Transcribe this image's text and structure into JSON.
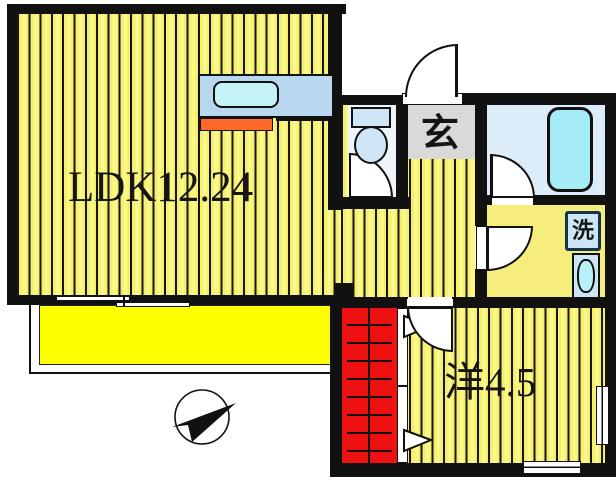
{
  "plan_title": "1LDK apartment floor plan",
  "rooms": {
    "ldk": {
      "label": "LDK12.24"
    },
    "entrance": {
      "label": "玄"
    },
    "laundry": {
      "label": "洗"
    },
    "western": {
      "label": "洋4.5"
    }
  },
  "fixtures": {
    "kitchen_counter": "kitchen-counter-with-sink",
    "stove": "stove-counter",
    "toilet": "toilet",
    "bathtub": "bathtub",
    "washing_machine_box": "washing-machine-space",
    "wash_basin": "wash-basin",
    "stairs": "staircase",
    "balcony": "balcony",
    "compass": "north-arrow-northeast"
  },
  "colors": {
    "wall": "#111111",
    "floor_yellow": "#f4ef72",
    "floor_yellow_light": "#fbf884",
    "washroom_yellow": "#f5ee7d",
    "balcony_yellow": "#ffff00",
    "stairs_red": "#ee1111",
    "counter_blue": "#b9d7ee",
    "sink_cyan": "#c5f2f6",
    "stove_orange": "#ff6a2a",
    "bath_floor": "#dcecf8",
    "tub_cyan": "#a5ecf7",
    "toilet_floor": "#eef6fc",
    "fixture_blue": "#cde5f5",
    "entrance_gray": "#d9d9d9"
  }
}
